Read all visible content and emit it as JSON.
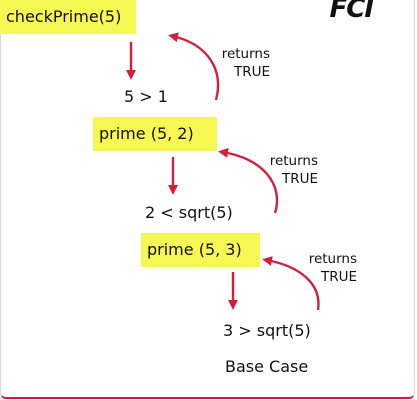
{
  "logo_text": "FCI",
  "nodes": {
    "check_prime": "checkPrime(5)",
    "cond1": "5 > 1",
    "prime_52": "prime (5, 2)",
    "cond2": "2 < sqrt(5)",
    "prime_53": "prime (5, 3)",
    "cond3": "3 > sqrt(5)",
    "base_case": "Base Case"
  },
  "returns": [
    {
      "line1": "returns",
      "line2": "TRUE"
    },
    {
      "line1": "returns",
      "line2": "TRUE"
    },
    {
      "line1": "returns",
      "line2": "TRUE"
    }
  ],
  "colors": {
    "highlight": "#f7f754",
    "arrow": "#d3203a",
    "border": "#c9184a"
  }
}
